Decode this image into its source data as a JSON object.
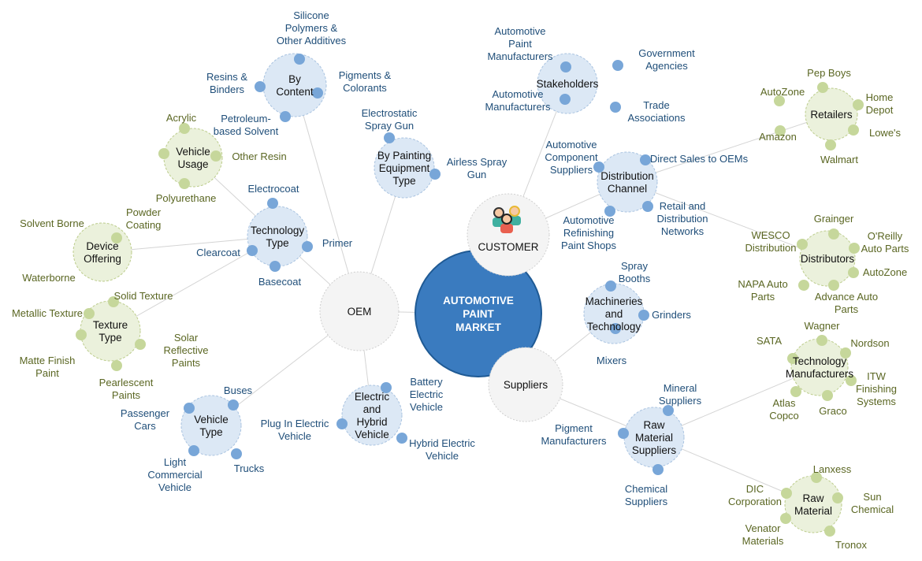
{
  "center": {
    "label": "AUTOMOTIVE\nPAINT\nMARKET"
  },
  "hubs": [
    {
      "id": "oem",
      "label": "OEM"
    },
    {
      "id": "customer",
      "label": "CUSTOMER"
    },
    {
      "id": "suppliers",
      "label": "Suppliers"
    }
  ],
  "colors": {
    "center": "#3a7bbf",
    "blue_fill": "#dce8f5",
    "blue_dot": "#78a6d8",
    "green_fill": "#ebf1dc",
    "green_dot": "#c6d79b",
    "blue_text": "#1f4e79",
    "green_text": "#5a6622"
  },
  "nodes": [
    {
      "label": "By\nContent",
      "leaves": [
        "Silicone\nPolymers &\nOther Additives",
        "Resins &\nBinders",
        "Pigments &\nColorants",
        "Petroleum-\nbased Solvent"
      ]
    },
    {
      "label": "By Painting\nEquipment\nType",
      "leaves": [
        "Electrostatic\nSpray Gun",
        "Airless Spray\nGun"
      ]
    },
    {
      "label": "Technology\nType",
      "leaves": [
        "Electrocoat",
        "Clearcoat",
        "Primer",
        "Basecoat"
      ]
    },
    {
      "label": "Vehicle\nUsage",
      "leaves": [
        "Acrylic",
        "Other Resin",
        "Polyurethane"
      ]
    },
    {
      "label": "Device\nOffering",
      "leaves": [
        "Solvent Borne",
        "Powder\nCoating",
        "Waterborne"
      ]
    },
    {
      "label": "Texture\nType",
      "leaves": [
        "Solid Texture",
        "Metallic Texture",
        "Solar\nReflective\nPaints",
        "Matte Finish\nPaint",
        "Pearlescent\nPaints"
      ]
    },
    {
      "label": "Vehicle\nType",
      "leaves": [
        "Buses",
        "Passenger\nCars",
        "Light\nCommercial\nVehicle",
        "Trucks"
      ]
    },
    {
      "label": "Electric\nand\nHybrid\nVehicle",
      "leaves": [
        "Battery\nElectric\nVehicle",
        "Plug In Electric\nVehicle",
        "Hybrid Electric\nVehicle"
      ]
    },
    {
      "label": "Stakeholders",
      "leaves": [
        "Automotive\nPaint\nManufacturers",
        "Government\nAgencies",
        "Automotive\nManufacturers",
        "Trade\nAssociations"
      ]
    },
    {
      "label": "Distribution\nChannel",
      "leaves": [
        "Automotive\nComponent\nSuppliers",
        "Direct Sales to OEMs",
        "Retail and\nDistribution\nNetworks",
        "Automotive\nRefinishing\nPaint Shops"
      ]
    },
    {
      "label": "Retailers",
      "leaves": [
        "Pep Boys",
        "AutoZone",
        "Home\nDepot",
        "Lowe's",
        "Amazon",
        "Walmart"
      ]
    },
    {
      "label": "Distributors",
      "leaves": [
        "Grainger",
        "WESCO\nDistribution",
        "O'Reilly\nAuto Parts",
        "AutoZone",
        "NAPA Auto\nParts",
        "Advance Auto\nParts"
      ]
    },
    {
      "label": "Machineries\nand\nTechnology",
      "leaves": [
        "Spray\nBooths",
        "Grinders",
        "Mixers"
      ]
    },
    {
      "label": "Raw\nMaterial\nSuppliers",
      "leaves": [
        "Mineral\nSuppliers",
        "Pigment\nManufacturers",
        "Chemical\nSuppliers"
      ]
    },
    {
      "label": "Technology\nManufacturers",
      "leaves": [
        "Wagner",
        "SATA",
        "Nordson",
        "ITW\nFinishing\nSystems",
        "Atlas\nCopco",
        "Graco"
      ]
    },
    {
      "label": "Raw\nMaterial",
      "leaves": [
        "Lanxess",
        "DIC\nCorporation",
        "Sun\nChemical",
        "Venator\nMaterials",
        "Tronox"
      ]
    }
  ]
}
